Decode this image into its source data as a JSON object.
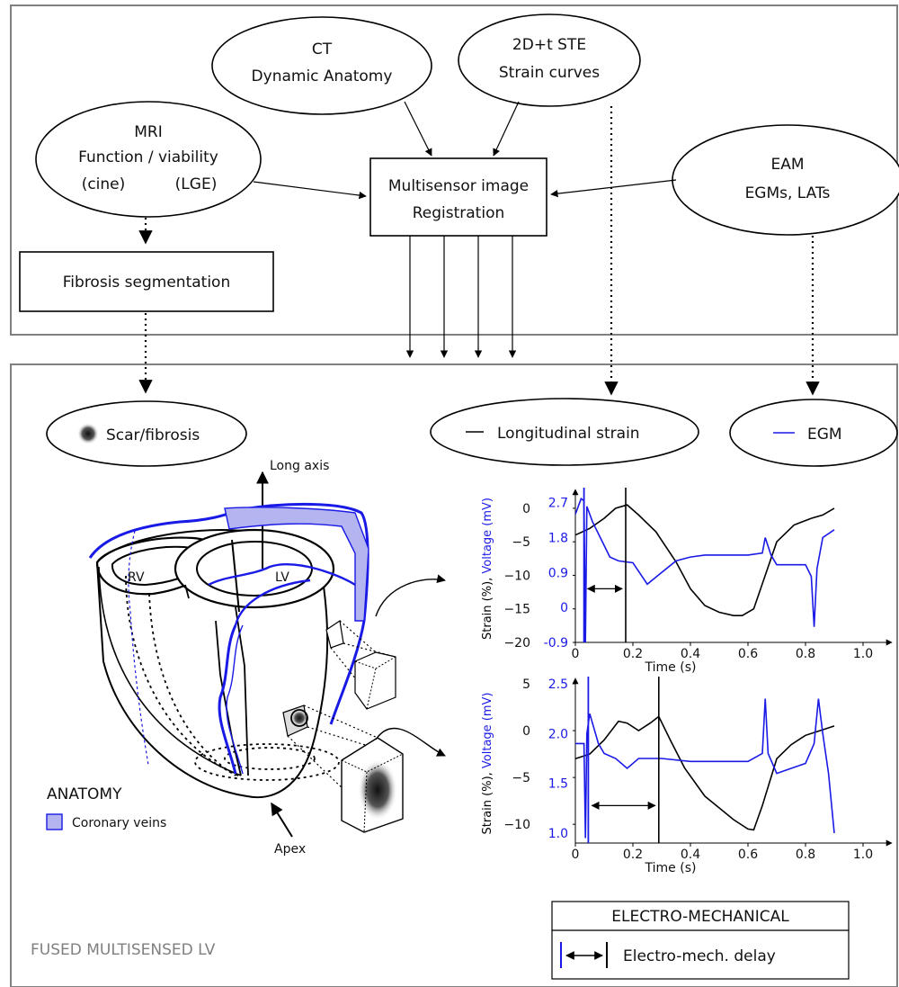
{
  "nodes": {
    "ct": {
      "line1": "CT",
      "line2": "Dynamic Anatomy"
    },
    "ste": {
      "line1": "2D+t STE",
      "line2": "Strain curves"
    },
    "mri": {
      "line1": "MRI",
      "line2": "Function / viability",
      "line3a": "(cine)",
      "line3b": "(LGE)"
    },
    "eam": {
      "line1": "EAM",
      "line2": "EGMs, LATs"
    },
    "registration": {
      "line1": "Multisensor image",
      "line2": "Registration"
    },
    "fibrosis": {
      "label": "Fibrosis segmentation"
    }
  },
  "legend_nodes": {
    "scar": "Scar/fibrosis",
    "strain": "Longitudinal strain",
    "egm": "EGM"
  },
  "anatomy": {
    "long_axis": "Long axis",
    "rv": "RV",
    "lv": "LV",
    "apex": "Apex",
    "title": "ANATOMY",
    "coronary": "Coronary veins",
    "section_title": "FUSED MULTISENSED LV"
  },
  "electro": {
    "title": "ELECTRO-MECHANICAL",
    "delay": "Electro-mech. delay"
  },
  "colors": {
    "strain": "#000000",
    "voltage": "#1a1ae6",
    "vein_fill": "#b4b4f0",
    "frame": "#808080"
  },
  "chart_data": [
    {
      "type": "line",
      "xlabel": "Time (s)",
      "ylabel_black": "Strain (%),",
      "ylabel_blue": "Voltage (mV)",
      "xlim": [
        0,
        1.1
      ],
      "xticks": [
        "0",
        "0.2",
        "0.4",
        "0.6",
        "0.8",
        "1.0"
      ],
      "ylim_strain": [
        -20,
        2
      ],
      "yticks_strain": [
        "0",
        "−5",
        "−10",
        "−15",
        "−20"
      ],
      "ylim_voltage": [
        -0.9,
        2.9
      ],
      "yticks_voltage": [
        "2.7",
        "1.8",
        "0.9",
        "0",
        "-0.9"
      ],
      "series": [
        {
          "name": "Longitudinal strain",
          "x": [
            0,
            0.05,
            0.1,
            0.14,
            0.18,
            0.22,
            0.28,
            0.35,
            0.4,
            0.45,
            0.5,
            0.55,
            0.58,
            0.62,
            0.66,
            0.7,
            0.76,
            0.82,
            0.86,
            0.9
          ],
          "y": [
            -4,
            -3,
            -1.5,
            0,
            0.5,
            -1,
            -3.5,
            -8,
            -12,
            -14.5,
            -15.5,
            -16,
            -16,
            -15,
            -10,
            -5,
            -2.5,
            -1.5,
            -1,
            0
          ]
        },
        {
          "name": "EGM",
          "x": [
            0,
            0.02,
            0.03,
            0.035,
            0.04,
            0.06,
            0.1,
            0.12,
            0.15,
            0.2,
            0.25,
            0.3,
            0.35,
            0.4,
            0.45,
            0.5,
            0.55,
            0.6,
            0.65,
            0.66,
            0.68,
            0.7,
            0.75,
            0.8,
            0.82,
            0.83,
            0.84,
            0.86,
            0.9
          ],
          "y": [
            2.4,
            2.8,
            2.75,
            -0.9,
            2.6,
            2.2,
            1.6,
            1.3,
            1.2,
            1.15,
            0.6,
            0.9,
            1.2,
            1.3,
            1.35,
            1.35,
            1.35,
            1.35,
            1.4,
            1.8,
            1.35,
            1.1,
            1.1,
            1.1,
            0.8,
            -0.5,
            1.0,
            1.8,
            2.0
          ]
        }
      ],
      "marker_lines": [
        0.03,
        0.175
      ]
    },
    {
      "type": "line",
      "xlabel": "Time (s)",
      "ylabel_black": "Strain (%),",
      "ylabel_blue": "Voltage (mV)",
      "xlim": [
        0,
        1.1
      ],
      "xticks": [
        "0",
        "0.2",
        "0.4",
        "0.6",
        "0.8",
        "1.0"
      ],
      "ylim_strain": [
        -12,
        5
      ],
      "yticks_strain": [
        "5",
        "0",
        "−5",
        "−10"
      ],
      "ylim_voltage": [
        0.9,
        2.5
      ],
      "yticks_voltage": [
        "2.5",
        "2.0",
        "1.5",
        "1.0"
      ],
      "series": [
        {
          "name": "Longitudinal strain",
          "x": [
            0,
            0.05,
            0.1,
            0.15,
            0.18,
            0.22,
            0.26,
            0.29,
            0.33,
            0.38,
            0.45,
            0.55,
            0.6,
            0.62,
            0.65,
            0.7,
            0.75,
            0.8,
            0.85,
            0.9
          ],
          "y": [
            -3,
            -2.5,
            -1,
            1,
            0.8,
            0,
            0.8,
            1.5,
            -1,
            -4,
            -7,
            -9.5,
            -10.5,
            -10.6,
            -8,
            -3,
            -1.5,
            -0.5,
            0,
            0.5
          ]
        },
        {
          "name": "EGM",
          "x": [
            0,
            0.03,
            0.035,
            0.04,
            0.05,
            0.06,
            0.08,
            0.1,
            0.14,
            0.18,
            0.22,
            0.3,
            0.4,
            0.5,
            0.6,
            0.65,
            0.66,
            0.67,
            0.7,
            0.75,
            0.8,
            0.83,
            0.845,
            0.86,
            0.88,
            0.9
          ],
          "y": [
            1.9,
            1.9,
            0.95,
            2.0,
            2.2,
            2.1,
            1.9,
            1.8,
            1.75,
            1.65,
            1.75,
            1.75,
            1.72,
            1.72,
            1.72,
            1.8,
            2.35,
            1.8,
            1.6,
            1.65,
            1.7,
            1.9,
            2.35,
            2.0,
            1.6,
            1.0
          ]
        }
      ],
      "marker_lines": [
        0.045,
        0.29
      ]
    }
  ]
}
